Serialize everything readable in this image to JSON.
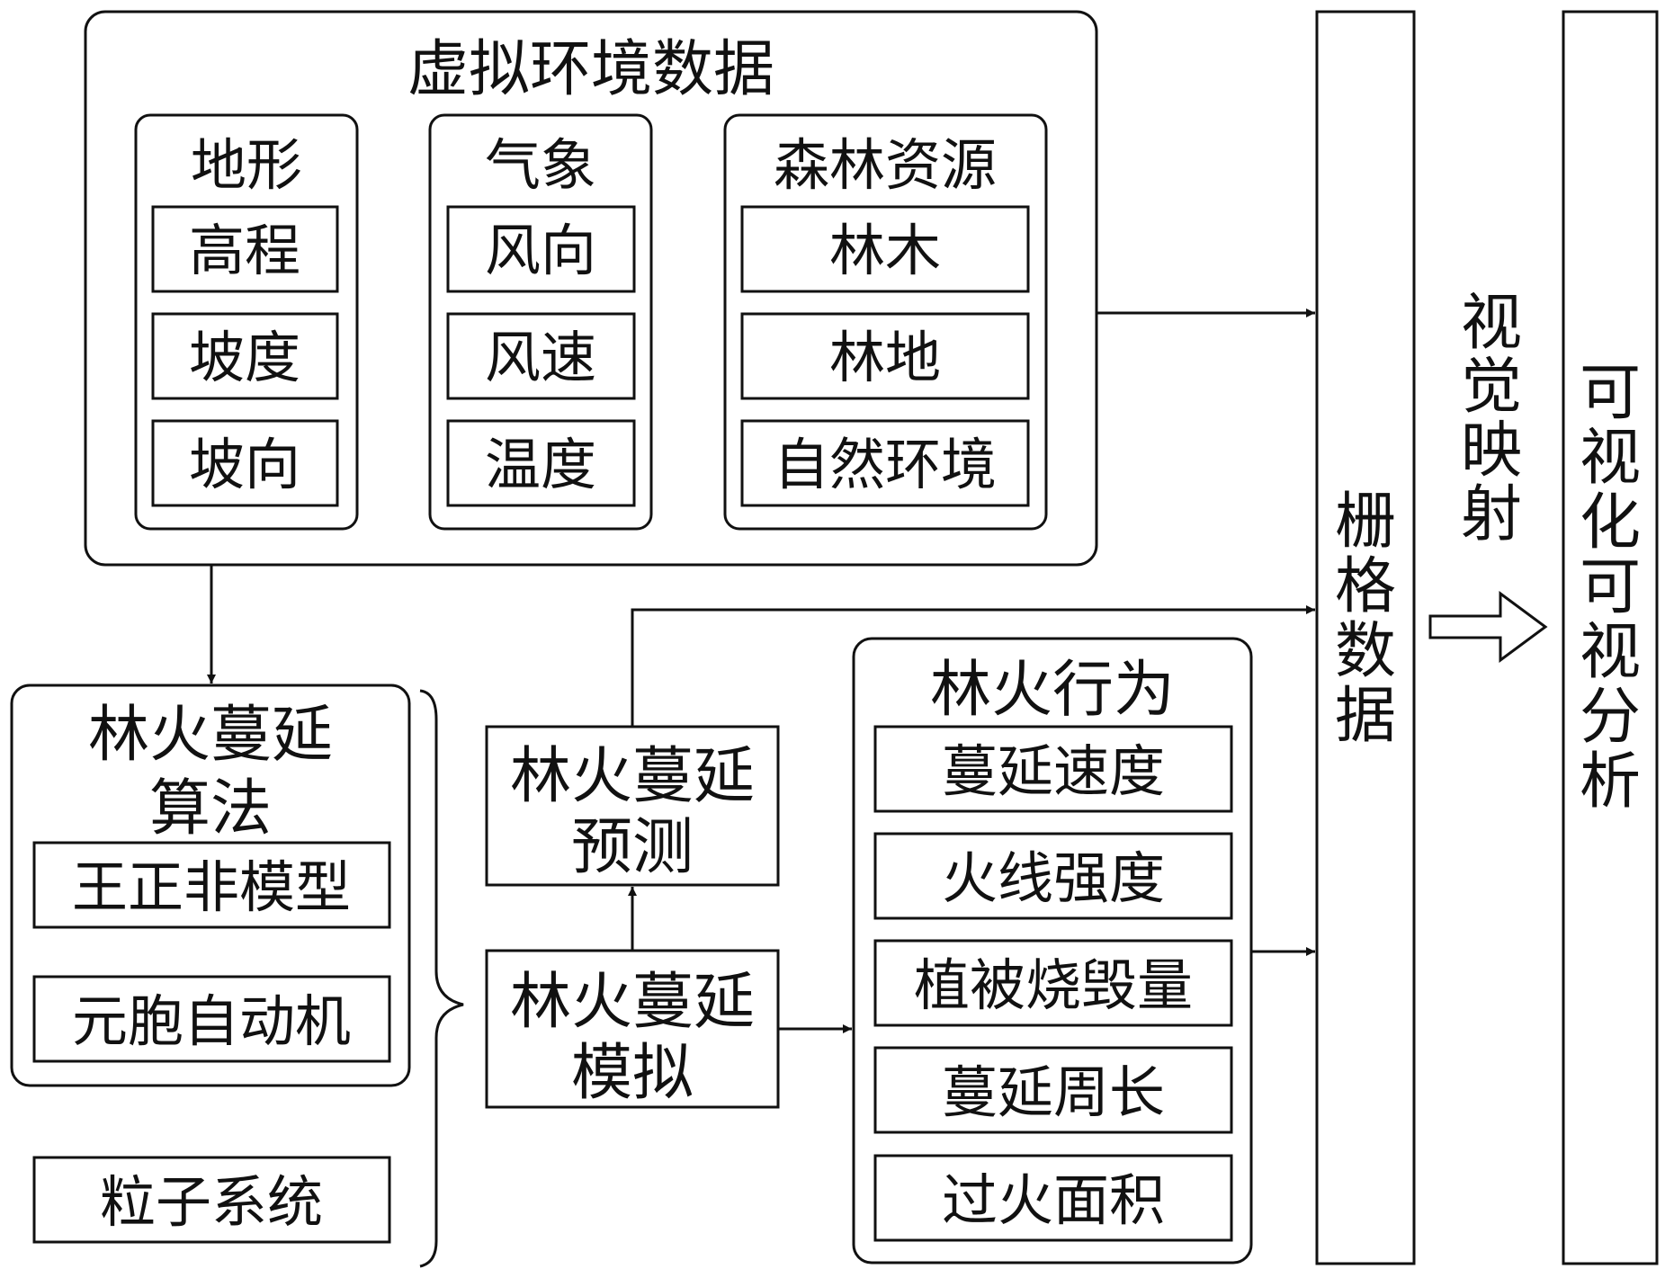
{
  "virtual_env": {
    "title": "虚拟环境数据",
    "terrain": {
      "title": "地形",
      "items": [
        "高程",
        "坡度",
        "坡向"
      ]
    },
    "weather": {
      "title": "气象",
      "items": [
        "风向",
        "风速",
        "温度"
      ]
    },
    "forest": {
      "title": "森林资源",
      "items": [
        "林木",
        "林地",
        "自然环境"
      ]
    }
  },
  "algorithm": {
    "title_line1": "林火蔓延",
    "title_line2": "算法",
    "items": [
      "王正非模型",
      "元胞自动机"
    ]
  },
  "particle": "粒子系统",
  "prediction": {
    "line1": "林火蔓延",
    "line2": "预测"
  },
  "simulation": {
    "line1": "林火蔓延",
    "line2": "模拟"
  },
  "behavior": {
    "title": "林火行为",
    "items": [
      "蔓延速度",
      "火线强度",
      "植被烧毁量",
      "蔓延周长",
      "过火面积"
    ]
  },
  "raster": [
    "栅",
    "格",
    "数",
    "据"
  ],
  "mapping": [
    "视",
    "觉",
    "映",
    "射"
  ],
  "analysis": [
    "可",
    "视",
    "化",
    "可",
    "视",
    "分",
    "析"
  ]
}
